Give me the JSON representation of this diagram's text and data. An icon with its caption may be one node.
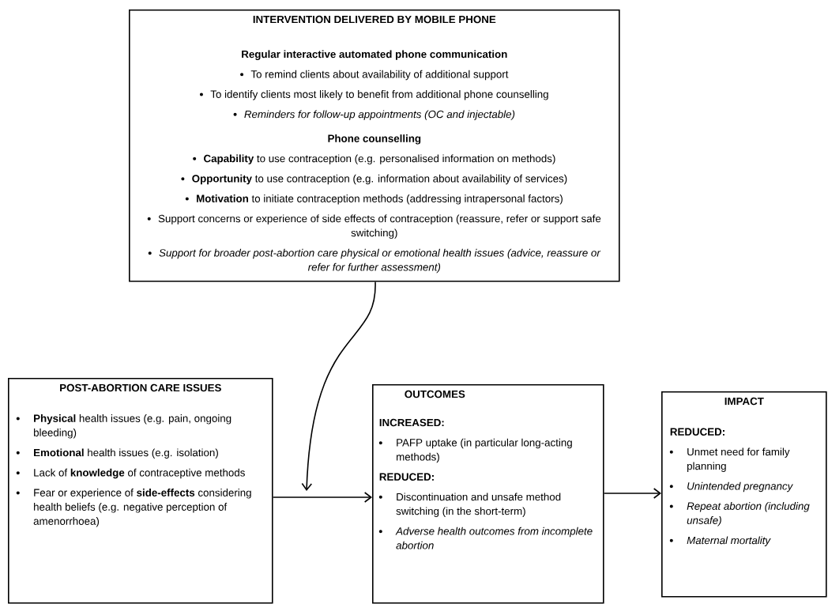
{
  "diagram": {
    "nodes": [
      {
        "text": [
          "INTERVENTION DELIVERED BY MOBILE PHONE",
          "Regular interactive automated phone communication",
          "To remind clients about availability of additional support",
          "To identify clients most likely to benefit from additional phone counselling",
          "Reminders for follow-up appointments (OC and injectable)",
          "Phone counselling",
          "**Capability** to use contraception (e.g. personalised information on methods)",
          "**Opportunity** to use contraception (e.g. information about availability of services)",
          "**Motivation** to initiate contraception methods (addressing intrapersonal factors)",
          "Support concerns or experience of side effects of contraception (reassure, refer or support safe switching)",
          "Support for broader post-abortion care physical or emotional health issues (advice, reassure or refer for further assessment)"
        ]
      },
      {
        "text": [
          "POST-ABORTION CARE ISSUES",
          "**Physical** health issues (e.g. pain, ongoing bleeding)",
          "**Emotional** health issues (e.g. isolation)",
          "Lack of **knowledge** of contraceptive methods",
          "Fear or experience of **side-effects** considering health beliefs (e.g. negative perception of amenorrhoea)"
        ]
      },
      {
        "text": [
          "OUTCOMES",
          "INCREASED:",
          "PAFP uptake (in particular long-acting methods)",
          "REDUCED:",
          "Discontinuation and unsafe method switching (in the short-term)",
          "Adverse health outcomes from incomplete abortion"
        ]
      },
      {
        "text": [
          "IMPACT",
          "REDUCED:",
          "Unmet need for family planning",
          "Unintended pregnancy",
          "Repeat abortion (including unsafe)",
          "Maternal mortality"
        ]
      }
    ],
    "edges": [
      {
        "from": 0,
        "to": null,
        "arrow": "to"
      },
      {
        "from": 1,
        "to": 2,
        "arrow": "to"
      },
      {
        "from": 2,
        "to": 3,
        "arrow": "to"
      }
    ]
  }
}
